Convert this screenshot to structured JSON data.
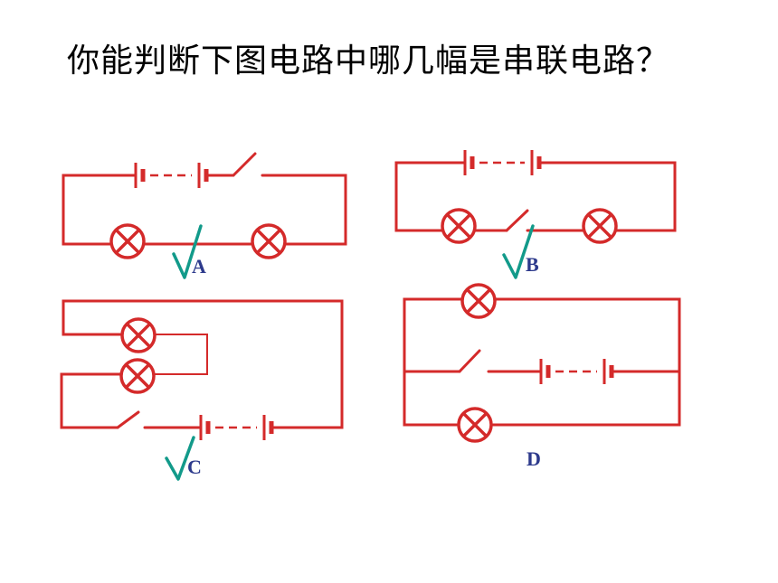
{
  "title": "你能判断下图电路中哪几幅是串联电路？",
  "circuits": [
    {
      "label": "A",
      "checked": true
    },
    {
      "label": "B",
      "checked": true
    },
    {
      "label": "C",
      "checked": true
    },
    {
      "label": "D",
      "checked": false
    }
  ],
  "colors": {
    "wire": "#d42a2a",
    "check": "#129a8a",
    "label": "#2d3a8c"
  }
}
